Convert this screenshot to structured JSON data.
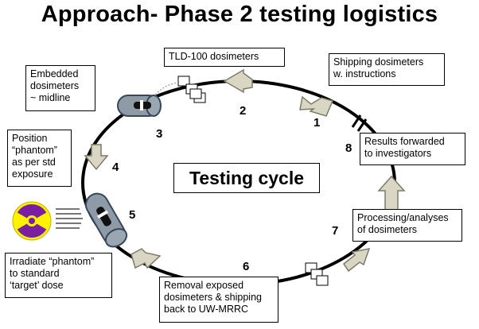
{
  "title": "Approach- Phase 2 testing logistics",
  "center_label": "Testing cycle",
  "steps": [
    {
      "num": "1",
      "text": "Shipping dosimeters\nw. instructions"
    },
    {
      "num": "2",
      "text": "TLD-100 dosimeters"
    },
    {
      "num": "3",
      "text": "Embedded\ndosimeters\n~ midline"
    },
    {
      "num": "4",
      "text": "Position\n“phantom”\nas per std\nexposure"
    },
    {
      "num": "5",
      "text": "Irradiate “phantom”\nto standard\n‘target’ dose"
    },
    {
      "num": "6",
      "text": "Removal exposed\ndosimeters & shipping\nback to UW-MRRC"
    },
    {
      "num": "7",
      "text": "Processing/analyses\nof dosimeters"
    },
    {
      "num": "8",
      "text": "Results forwarded\nto investigators"
    }
  ],
  "icons": [
    "dosimeter-stack-icon",
    "phantom-cylinder-icon",
    "radiation-symbol-icon",
    "cycle-arrow-icon"
  ],
  "colors": {
    "arrow_fill": "#d9d6c3",
    "cylinder_fill": "#8e9aa6",
    "radiation_yellow": "#fff200",
    "radiation_purple": "#7a1fa2"
  }
}
